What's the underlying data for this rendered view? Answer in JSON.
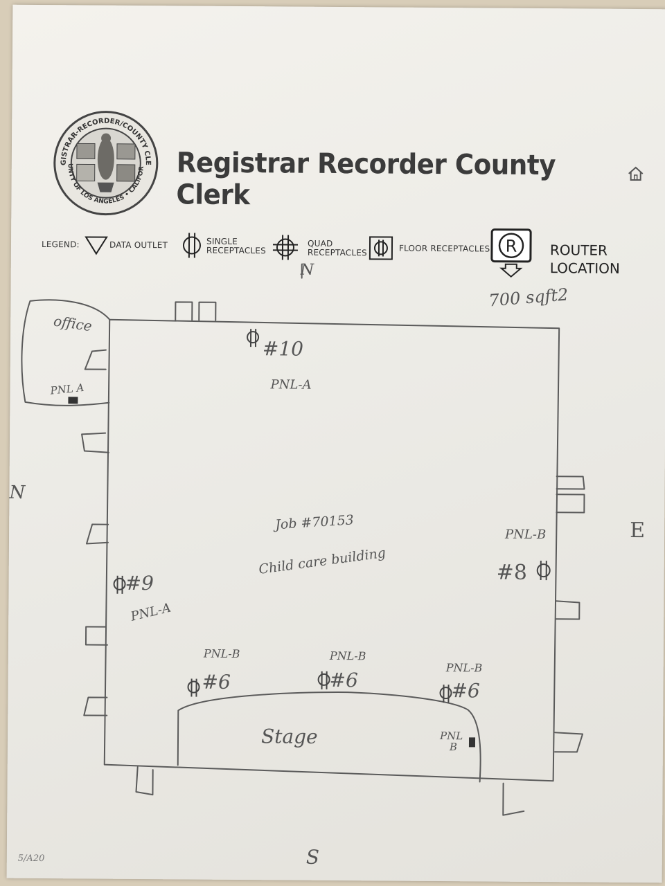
{
  "header": {
    "title": "Registrar Recorder County Clerk",
    "seal_top_text": "REGISTRAR-RECORDER/COUNTY CLERK",
    "seal_bottom_text": "COUNTY OF LOS ANGELES • CALIFORNIA"
  },
  "legend": {
    "prefix": "LEGEND:",
    "items": [
      {
        "icon": "data-outlet-icon",
        "label": "DATA OUTLET"
      },
      {
        "icon": "single-receptacle-icon",
        "label_line1": "SINGLE",
        "label_line2": "RECEPTACLES"
      },
      {
        "icon": "quad-receptacle-icon",
        "label_line1": "QUAD",
        "label_line2": "RECEPTACLES"
      },
      {
        "icon": "floor-receptacle-icon",
        "label": "FLOOR RECEPTACLES"
      }
    ],
    "router": {
      "symbol": "R",
      "label_line1": "ROUTER",
      "label_line2": "LOCATION"
    }
  },
  "handwritten": {
    "north_top": "N",
    "north_left": "N",
    "east": "E",
    "south": "S",
    "area": "700 sqft2",
    "office": "office",
    "office_panel": "PNL A",
    "r10": "#10",
    "r10_panel": "PNL-A",
    "job": "Job #70153",
    "building": "Child care building",
    "r8_panel": "PNL-B",
    "r8": "#8",
    "r9": "#9",
    "r9_panel": "PNL-A",
    "r6a_panel": "PNL-B",
    "r6a": "#6",
    "r6b_panel": "PNL-B",
    "r6b": "#6",
    "r6c_panel": "PNL-B",
    "r6c": "#6",
    "stage": "Stage",
    "stage_panel_1": "PNL",
    "stage_panel_2": "B",
    "corner_note": "5/A20"
  }
}
